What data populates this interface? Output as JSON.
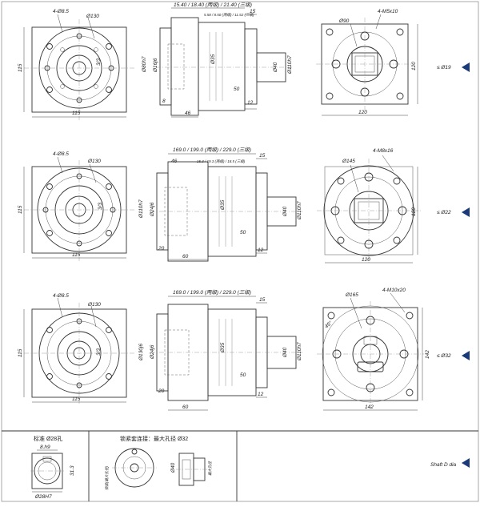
{
  "rows": [
    {
      "front": {
        "holes": "4-Ø8.5",
        "pcd": "Ø130",
        "width": "115",
        "height": "115",
        "key": "3/3"
      },
      "side": {
        "spans": "15.40 / 18.40 (两级) / 21.40 (三级)",
        "right": "15",
        "sub": "5.58 / 8.50 (两级) / 11.52 (三级)",
        "d1": "Ø80h7",
        "d2": "Ø16j6",
        "d3": "Ø35",
        "d4": "Ø40",
        "d5": "Ø110h7",
        "len1": "50",
        "len2": "12",
        "len3": "46",
        "small": "8"
      },
      "back": {
        "thread": "4-M5x10",
        "pcd": "Ø90",
        "width": "120",
        "height": "120"
      },
      "flange": "≤ Ø19"
    },
    {
      "front": {
        "holes": "4-Ø8.5",
        "pcd": "Ø130",
        "width": "115",
        "height": "115",
        "key": "3/3"
      },
      "side": {
        "spans": "169.0 / 199.0 (两级) / 229.0 (三级)",
        "right": "15",
        "sub": "46",
        "sub2": "15.3 / 19.3 (两级) / 18.5 (三级)",
        "d1": "Ø110h7",
        "d2": "Ø24j6",
        "d3": "Ø35",
        "d4": "Ø40",
        "d5": "Ø110h7",
        "len1": "50",
        "len2": "12",
        "len3": "60",
        "small": "20"
      },
      "back": {
        "thread": "4-M8x16",
        "pcd": "Ø145",
        "width": "120",
        "height": "120"
      },
      "flange": "≤ Ø22"
    },
    {
      "front": {
        "holes": "4-Ø8.5",
        "pcd": "Ø130",
        "width": "115",
        "height": "115",
        "key": "3/3"
      },
      "side": {
        "spans": "169.0 / 199.0 (两级) / 229.0 (三级)",
        "right": "15",
        "d1": "Ø130j6",
        "d2": "Ø24j6",
        "d3": "Ø35",
        "d4": "Ø40",
        "d5": "Ø110h7",
        "len1": "50",
        "len2": "12",
        "len3": "60",
        "small": "20"
      },
      "back": {
        "thread": "4-M10x20",
        "pcd": "Ø165",
        "width": "142",
        "height": "142",
        "angle": "45°"
      },
      "flange": "≤ Ø32"
    }
  ],
  "bottom": {
    "box1_title": "标准 Ø28孔",
    "box1_dims": {
      "top": "8.h9",
      "right": "31.3",
      "bottom": "Ø28H7"
    },
    "box2_title": "锁紧套连接：最大孔径 Ø32",
    "box2_dims": {
      "left": "锁紧(最大孔径)",
      "mid": "Ø40",
      "right": "最大孔径"
    },
    "shaft_label": "Shaft D dia"
  },
  "colors": {
    "marker": "#1a3a7a",
    "line": "#333333"
  }
}
